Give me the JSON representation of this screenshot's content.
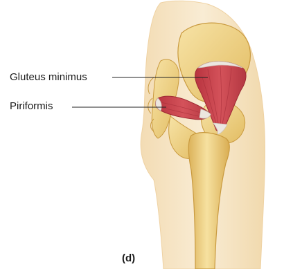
{
  "labels": {
    "gluteus_minimus": "Gluteus minimus",
    "piriformis": "Piriformis"
  },
  "panel_letter": "(d)",
  "colors": {
    "skin": "#f7e6c8",
    "skin_edge": "#efd2a3",
    "bone": "#f0d38a",
    "bone_shadow": "#d8ae55",
    "muscle": "#c9414b",
    "muscle_dark": "#a82f3a",
    "tendon": "#e9e4df",
    "leader_line": "#222222"
  }
}
